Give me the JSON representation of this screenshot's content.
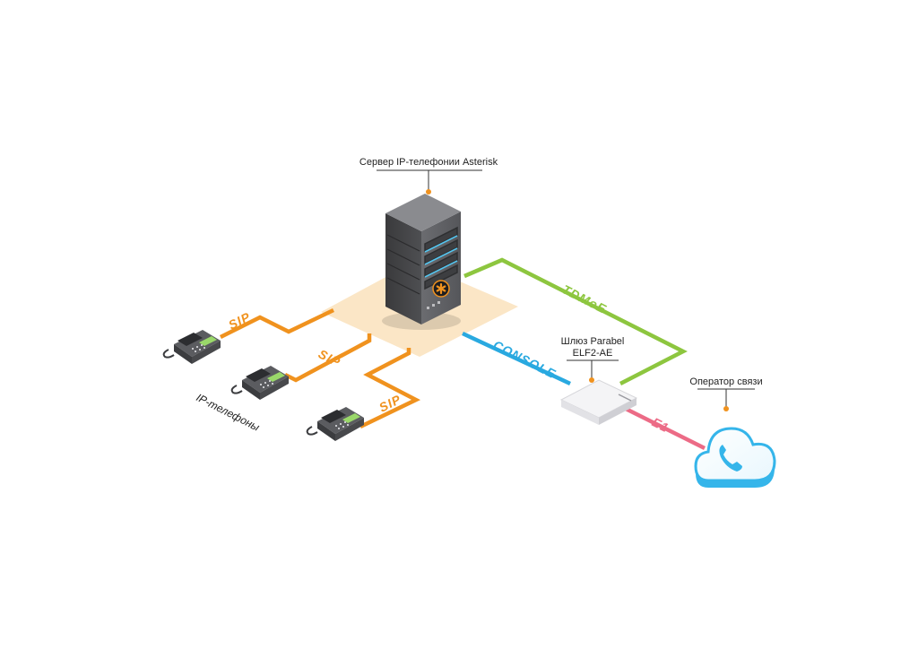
{
  "labels": {
    "server": "Сервер IP-телефонии Asterisk",
    "gateway_line1": "Шлюз Parabel",
    "gateway_line2": "ELF2-AE",
    "operator": "Оператор связи",
    "phones": "IP-телефоны"
  },
  "links": {
    "sip_1": "SIP",
    "sip_2": "SIP",
    "sip_3": "SIP",
    "console": "CONSOLE",
    "tdmoe": "TDMoE",
    "e1": "E1"
  },
  "colors": {
    "sip": "#f0921e",
    "tdmoe": "#8dc63f",
    "console": "#29a9e0",
    "e1": "#ec6b86",
    "marker": "#f0921e",
    "cloud": "#35b5ea",
    "platform": "#fbe6c6"
  },
  "icons": [
    "server-icon",
    "ip-phone-icon",
    "gateway-icon",
    "cloud-phone-icon"
  ]
}
